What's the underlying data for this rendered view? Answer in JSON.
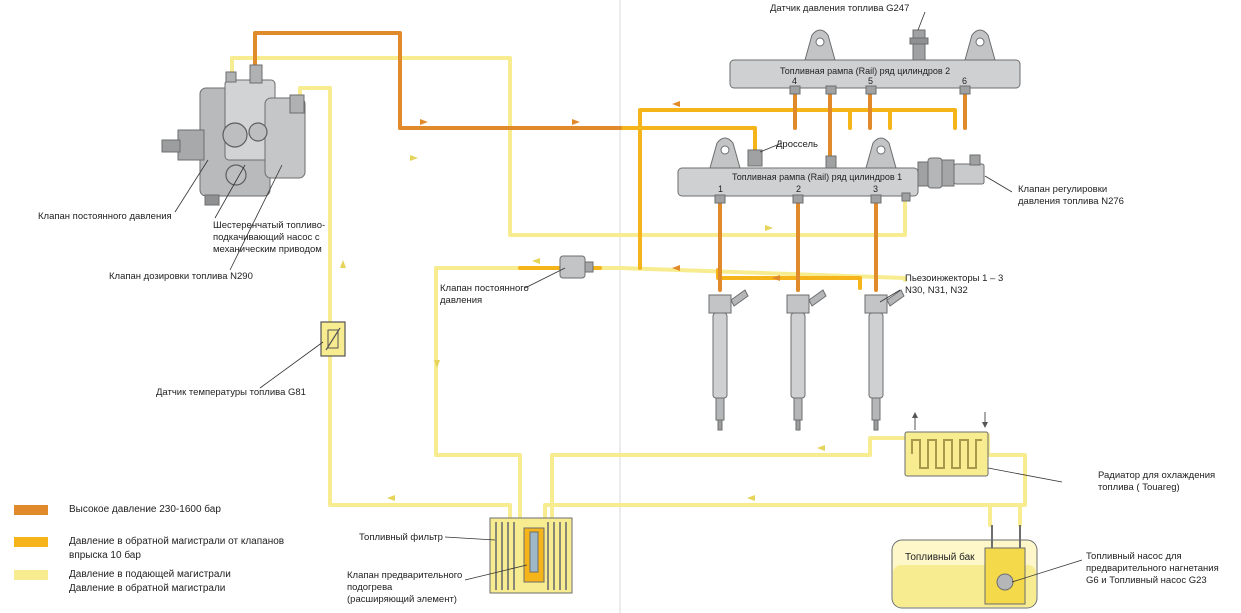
{
  "colors": {
    "high": "#e08a2c",
    "return10": "#f4b41a",
    "low": "#f8ec90",
    "metal": "#c9cacb",
    "metal_dark": "#8f9091",
    "divider": "#d8d8d8"
  },
  "legend": [
    {
      "text": "Высокое давление 230-1600 бар",
      "color_key": "high"
    },
    {
      "text": "Давление в обратной магистрали от клапанов\nвпрыска 10 бар",
      "color_key": "return10"
    },
    {
      "text": "Давление в подающей магистрали\nДавление в обратной магистрали",
      "color_key": "low"
    }
  ],
  "labels": {
    "g247": "Датчик давления топлива G247",
    "rail2": "Топливная рампа (Rail) ряд цилиндров 2",
    "rail1": "Топливная рампа (Rail) ряд цилиндров 1",
    "throttle": "Дроссель",
    "n276": "Клапан регулировки\nдавления топлива N276",
    "const_valve_pump": "Клапан постоянного давления",
    "gear_pump": "Шестеренчатый топливо-\nподкачивающий насос с\nмеханическим приводом",
    "n290": "Клапан дозировки топлива N290",
    "const_valve_mid": "Клапан постоянного\nдавления",
    "injectors": "Пьезоинжекторы 1 – 3\nN30, N31, N32",
    "g81": "Датчик температуры топлива G81",
    "radiator": "Радиатор для охлаждения\nтоплива ( Touareg)",
    "filter": "Топливный фильтр",
    "preheat": "Клапан предварительного\nподогрева\n(расширяющий элемент)",
    "tank": "Топливный бак",
    "tank_pump": "Топливный насос для\nпредварительного нагнетания\nG6 и Топливный насос G23",
    "cyl": [
      "1",
      "2",
      "3",
      "4",
      "5",
      "6"
    ]
  }
}
